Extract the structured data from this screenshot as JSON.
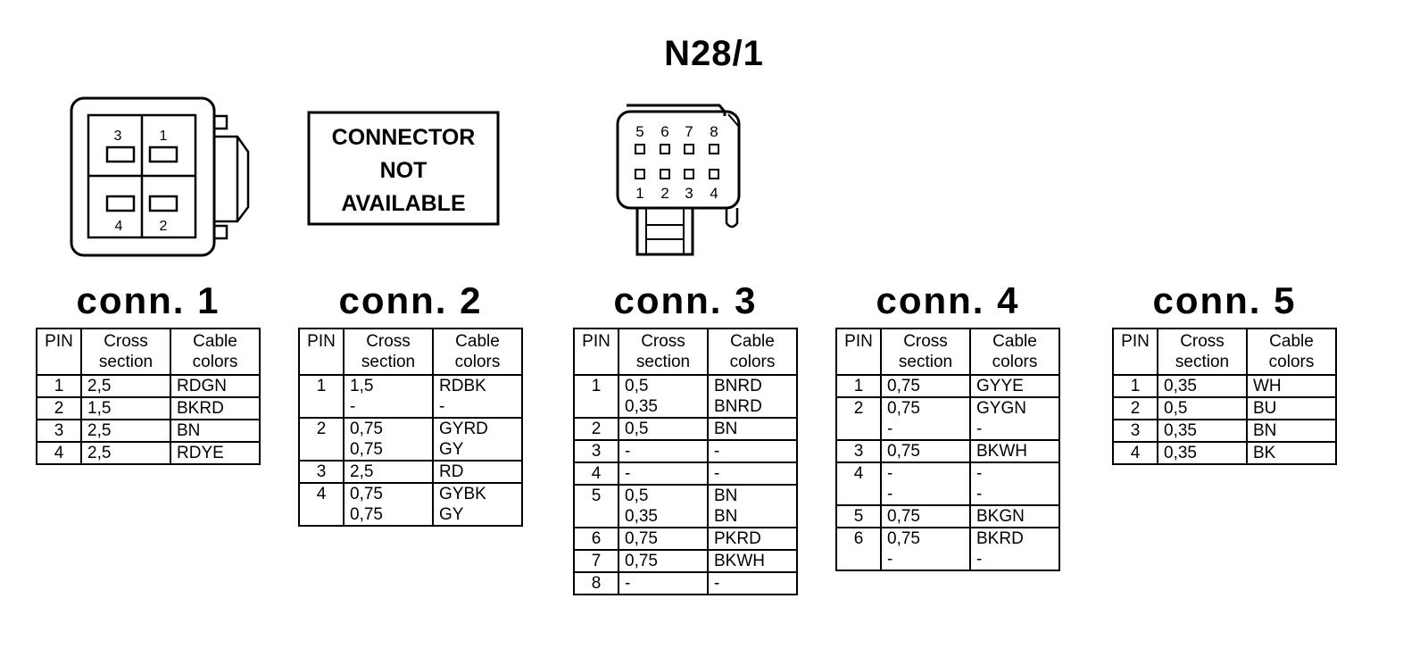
{
  "title": "N28/1",
  "connector_not_available": [
    "CONNECTOR",
    "NOT",
    "AVAILABLE"
  ],
  "conn1_pin_labels": [
    "3",
    "1",
    "4",
    "2"
  ],
  "conn3_pin_labels_top": [
    "5",
    "6",
    "7",
    "8"
  ],
  "conn3_pin_labels_bottom": [
    "1",
    "2",
    "3",
    "4"
  ],
  "headers": {
    "pin": "PIN",
    "cross": "Cross\nsection",
    "colors": "Cable\ncolors"
  },
  "connectors": [
    {
      "name": "conn. 1",
      "rows": [
        {
          "pin": "1",
          "cross": "2,5",
          "colors": "RDGN"
        },
        {
          "pin": "2",
          "cross": "1,5",
          "colors": "BKRD"
        },
        {
          "pin": "3",
          "cross": "2,5",
          "colors": "BN"
        },
        {
          "pin": "4",
          "cross": "2,5",
          "colors": "RDYE"
        }
      ]
    },
    {
      "name": "conn. 2",
      "rows": [
        {
          "pin": "1",
          "cross": "1,5\n-",
          "colors": "RDBK\n-"
        },
        {
          "pin": "2",
          "cross": "0,75\n0,75",
          "colors": "GYRD\nGY"
        },
        {
          "pin": "3",
          "cross": "2,5",
          "colors": "RD"
        },
        {
          "pin": "4",
          "cross": "0,75\n0,75",
          "colors": "GYBK\nGY"
        }
      ]
    },
    {
      "name": "conn. 3",
      "rows": [
        {
          "pin": "1",
          "cross": "0,5\n0,35",
          "colors": "BNRD\nBNRD"
        },
        {
          "pin": "2",
          "cross": "0,5",
          "colors": "BN"
        },
        {
          "pin": "3",
          "cross": "-",
          "colors": "-"
        },
        {
          "pin": "4",
          "cross": "-",
          "colors": "-"
        },
        {
          "pin": "5",
          "cross": "0,5\n0,35",
          "colors": "BN\nBN"
        },
        {
          "pin": "6",
          "cross": "0,75",
          "colors": "PKRD"
        },
        {
          "pin": "7",
          "cross": "0,75",
          "colors": "BKWH"
        },
        {
          "pin": "8",
          "cross": "-",
          "colors": "-"
        }
      ]
    },
    {
      "name": "conn. 4",
      "rows": [
        {
          "pin": "1",
          "cross": "0,75",
          "colors": "GYYE"
        },
        {
          "pin": "2",
          "cross": "0,75\n-",
          "colors": "GYGN\n-"
        },
        {
          "pin": "3",
          "cross": "0,75",
          "colors": "BKWH"
        },
        {
          "pin": "4",
          "cross": "-\n-",
          "colors": "-\n-"
        },
        {
          "pin": "5",
          "cross": "0,75",
          "colors": "BKGN"
        },
        {
          "pin": "6",
          "cross": "0,75\n-",
          "colors": "BKRD\n-"
        }
      ]
    },
    {
      "name": "conn. 5",
      "rows": [
        {
          "pin": "1",
          "cross": "0,35",
          "colors": "WH"
        },
        {
          "pin": "2",
          "cross": "0,5",
          "colors": "BU"
        },
        {
          "pin": "3",
          "cross": "0,35",
          "colors": "BN"
        },
        {
          "pin": "4",
          "cross": "0,35",
          "colors": "BK"
        }
      ]
    }
  ]
}
